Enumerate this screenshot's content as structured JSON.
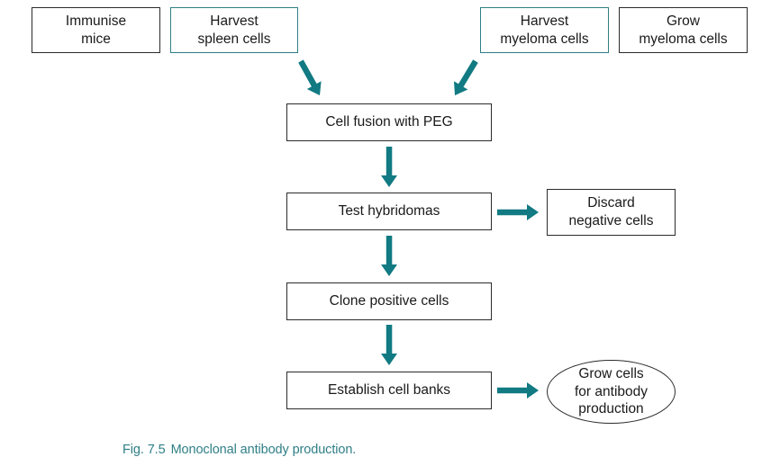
{
  "diagram": {
    "colors": {
      "arrow": "#117a82",
      "box_border": "#2b2b2b",
      "box_border_accent": "#2f7f86",
      "caption": "#2f7f86"
    },
    "nodes": {
      "immunise_mice": {
        "line1": "Immunise",
        "line2": "mice"
      },
      "harvest_spleen": {
        "line1": "Harvest",
        "line2": "spleen cells"
      },
      "harvest_myeloma": {
        "line1": "Harvest",
        "line2": "myeloma cells"
      },
      "grow_myeloma": {
        "line1": "Grow",
        "line2": "myeloma cells"
      },
      "cell_fusion": {
        "label": "Cell fusion with PEG"
      },
      "test_hybridomas": {
        "label": "Test hybridomas"
      },
      "discard_negative": {
        "line1": "Discard",
        "line2": "negative cells"
      },
      "clone_positive": {
        "label": "Clone positive cells"
      },
      "establish_banks": {
        "label": "Establish cell banks"
      },
      "grow_antibody": {
        "line1": "Grow cells",
        "line2": "for antibody",
        "line3": "production"
      }
    },
    "edges": [
      {
        "from": "harvest_spleen",
        "to": "cell_fusion"
      },
      {
        "from": "harvest_myeloma",
        "to": "cell_fusion"
      },
      {
        "from": "cell_fusion",
        "to": "test_hybridomas"
      },
      {
        "from": "test_hybridomas",
        "to": "discard_negative"
      },
      {
        "from": "test_hybridomas",
        "to": "clone_positive"
      },
      {
        "from": "clone_positive",
        "to": "establish_banks"
      },
      {
        "from": "establish_banks",
        "to": "grow_antibody"
      }
    ],
    "caption": {
      "label": "Fig. 7.5",
      "text": "Monoclonal antibody production."
    }
  }
}
